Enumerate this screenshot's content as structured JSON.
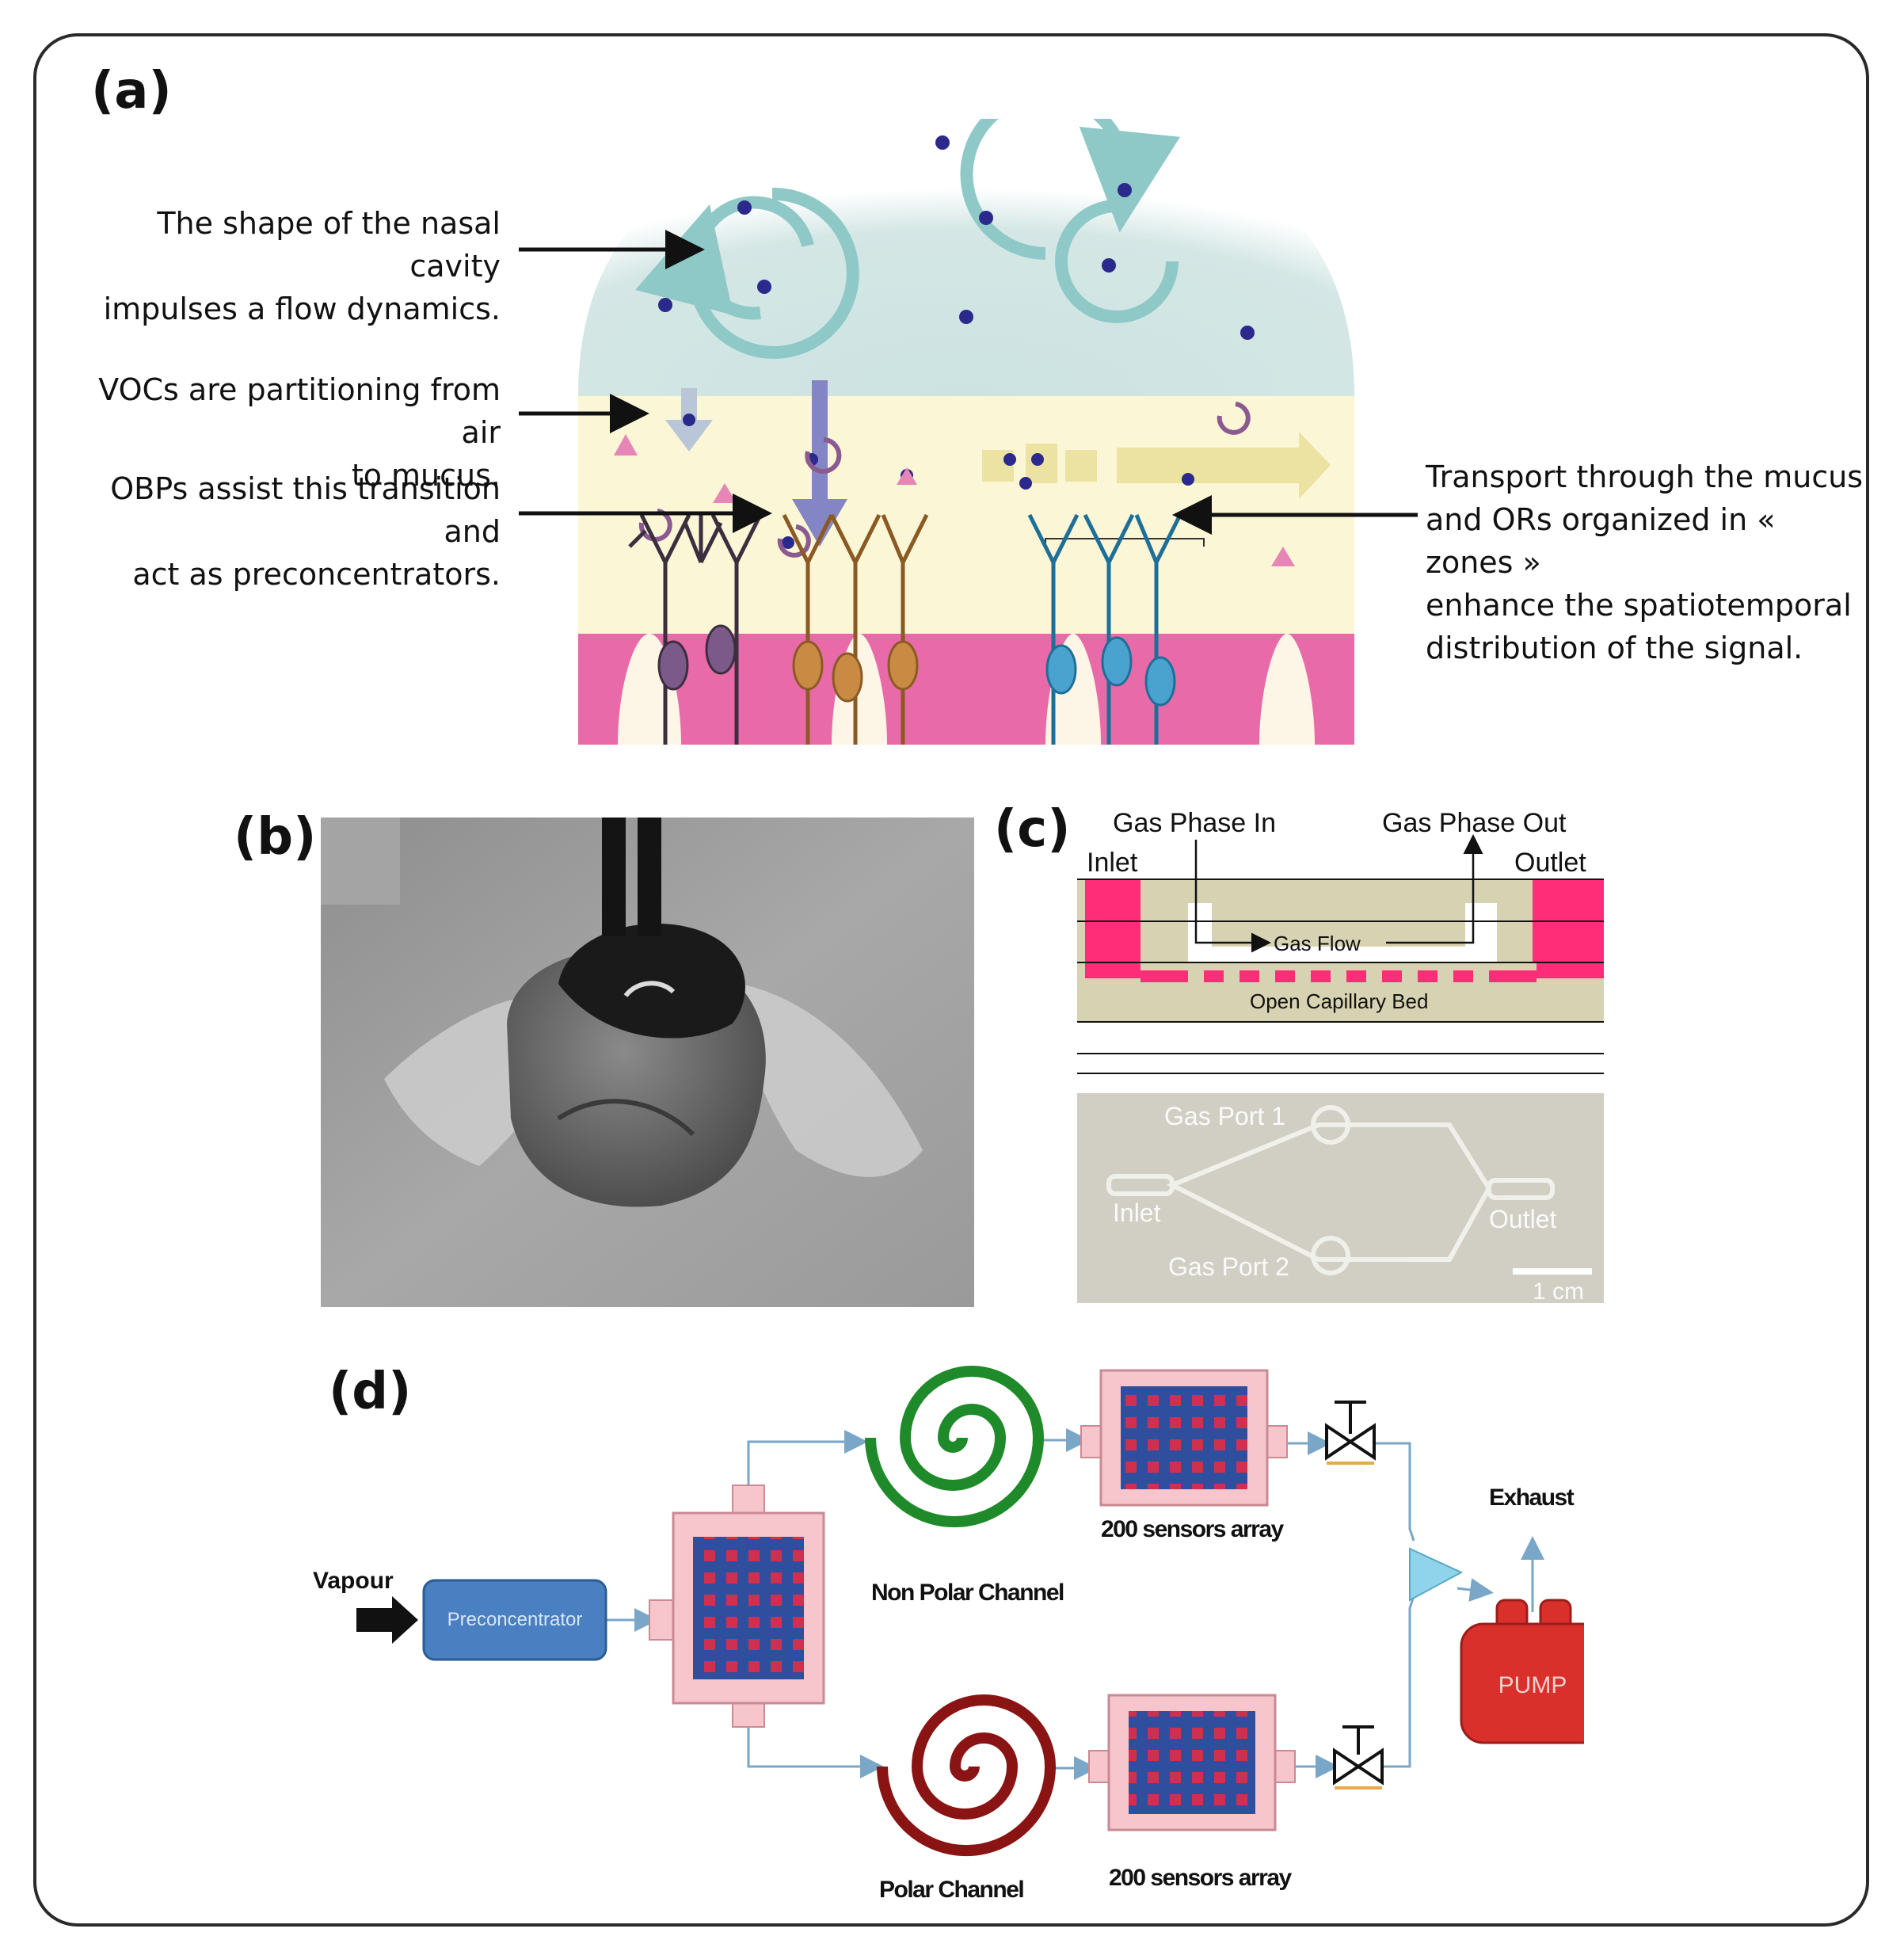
{
  "panels": {
    "a": {
      "label": "(a)",
      "annotations": [
        "The shape of the nasal cavity impulses a flow dynamics.",
        "VOCs are partitioning from air to mucus.",
        "OBPs assist this transition and act as preconcentrators.",
        "Transport through the mucus and ORs organized in « zones » enhance the spatiotemporal distribution of the signal."
      ],
      "annotation_lines": [
        [
          "The shape of the nasal cavity",
          "impulses a flow dynamics."
        ],
        [
          "VOCs are partitioning from air",
          "to mucus."
        ],
        [
          "OBPs assist this transition and",
          "act as preconcentrators."
        ],
        [
          "Transport through the mucus",
          "and ORs organized in « zones »",
          "enhance the spatiotemporal",
          "distribution of the signal."
        ]
      ]
    },
    "b": {
      "label": "(b)"
    },
    "c": {
      "label": "(c)",
      "gas_phase_in": "Gas Phase In",
      "gas_phase_out": "Gas Phase Out",
      "inlet": "Inlet",
      "outlet": "Outlet",
      "gas_flow": "Gas Flow",
      "capillary_bed": "Open Capillary Bed",
      "photo_gas_port_1": "Gas Port 1",
      "photo_gas_port_2": "Gas Port 2",
      "photo_inlet": "Inlet",
      "photo_outlet": "Outlet",
      "scale_bar": "1 cm"
    },
    "d": {
      "label": "(d)",
      "vapour": "Vapour",
      "preconcentrator": "Preconcentrator",
      "non_polar_channel": "Non Polar Channel",
      "polar_channel": "Polar Channel",
      "sensors_top": "200 sensors array",
      "sensors_bottom": "200 sensors array",
      "exhaust": "Exhaust",
      "pump": "PUMP"
    }
  },
  "colors": {
    "mucus": "#fbf6d6",
    "air": "#cfe4e2",
    "tissue": "#e86aa8",
    "vortex": "#8fc9c7",
    "molecule": "#2b2a8c",
    "neuron_purple": "#7b5a8a",
    "neuron_orange": "#c98a44",
    "neuron_blue": "#4aa3cf",
    "chip_pink": "#ff2d78",
    "chip_tan": "#d6d2b2",
    "preconcentrator": "#4a7fc1",
    "nonpolar_spiral": "#1f8a2a",
    "polar_spiral": "#8a1414",
    "pump": "#d9302c"
  }
}
